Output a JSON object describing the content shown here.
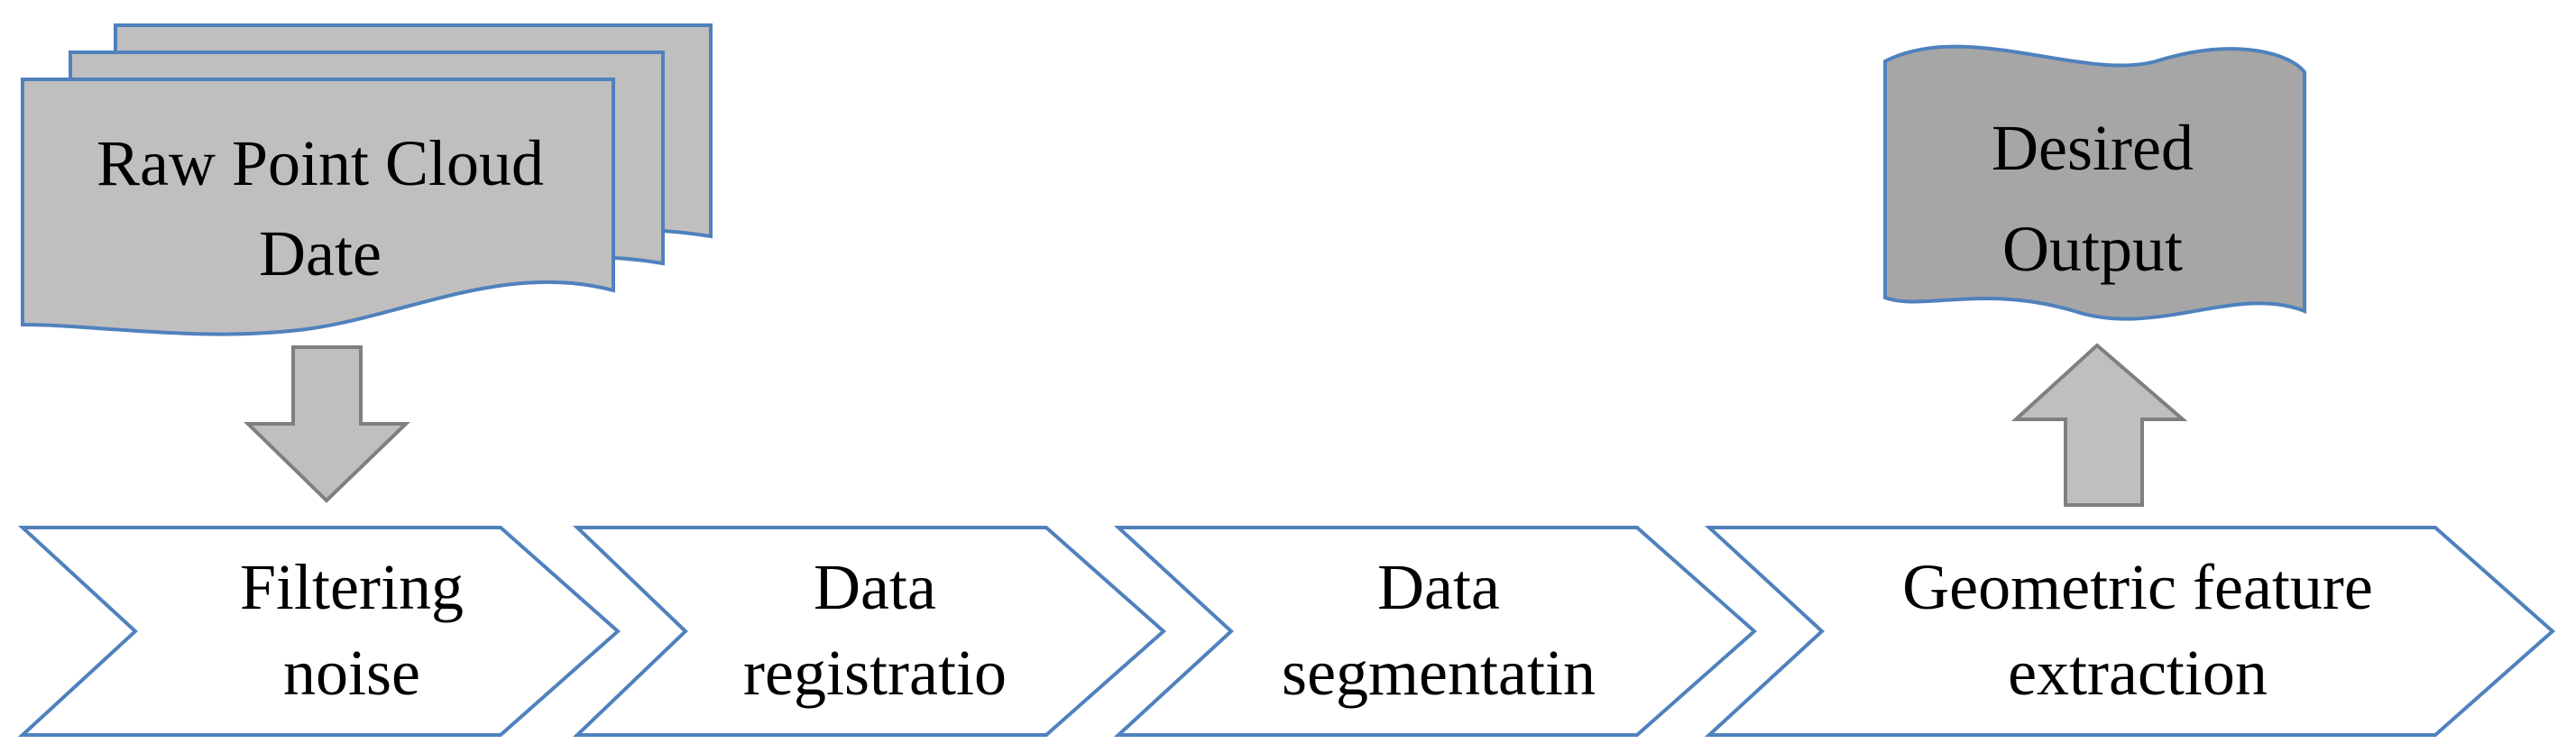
{
  "diagram": {
    "title": "",
    "source_node": {
      "lines": [
        "Raw Point Cloud",
        "Date"
      ]
    },
    "output_node": {
      "lines": [
        "Desired",
        "Output"
      ]
    },
    "steps": [
      {
        "lines": [
          "Filtering",
          "noise"
        ]
      },
      {
        "lines": [
          "Data",
          "registratio"
        ]
      },
      {
        "lines": [
          "Data",
          "segmentatin"
        ]
      },
      {
        "lines": [
          "Geometric feature",
          "extraction"
        ]
      }
    ],
    "colors": {
      "outline": "#4F81BD",
      "document_fill": "#BFBFBF",
      "output_fill": "#A6A6A6",
      "arrow_fill": "#BFBFBF",
      "arrow_outline": "#7F7F7F",
      "chevron_fill": "#FFFFFF",
      "text": "#000000"
    }
  }
}
